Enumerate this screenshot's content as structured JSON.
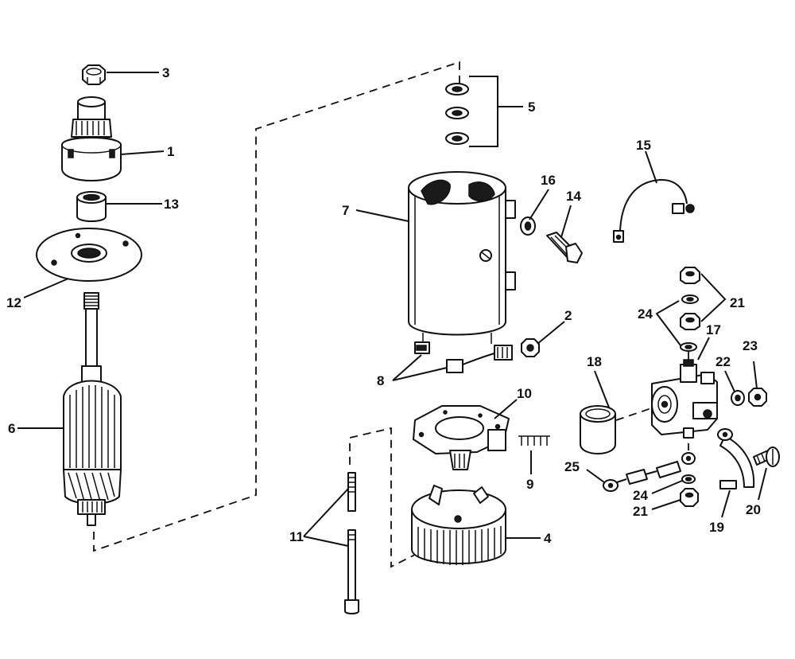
{
  "diagram": {
    "labels": {
      "p1": "1",
      "p2": "2",
      "p3": "3",
      "p4": "4",
      "p5": "5",
      "p6": "6",
      "p7": "7",
      "p8": "8",
      "p9": "9",
      "p10": "10",
      "p11": "11",
      "p12": "12",
      "p13": "13",
      "p14": "14",
      "p15": "15",
      "p16": "16",
      "p17": "17",
      "p18": "18",
      "p19": "19",
      "p20": "20",
      "p21a": "21",
      "p21b": "21",
      "p22": "22",
      "p23": "23",
      "p24a": "24",
      "p24b": "24",
      "p25": "25"
    },
    "line_color": "#111111",
    "background": "#ffffff"
  }
}
